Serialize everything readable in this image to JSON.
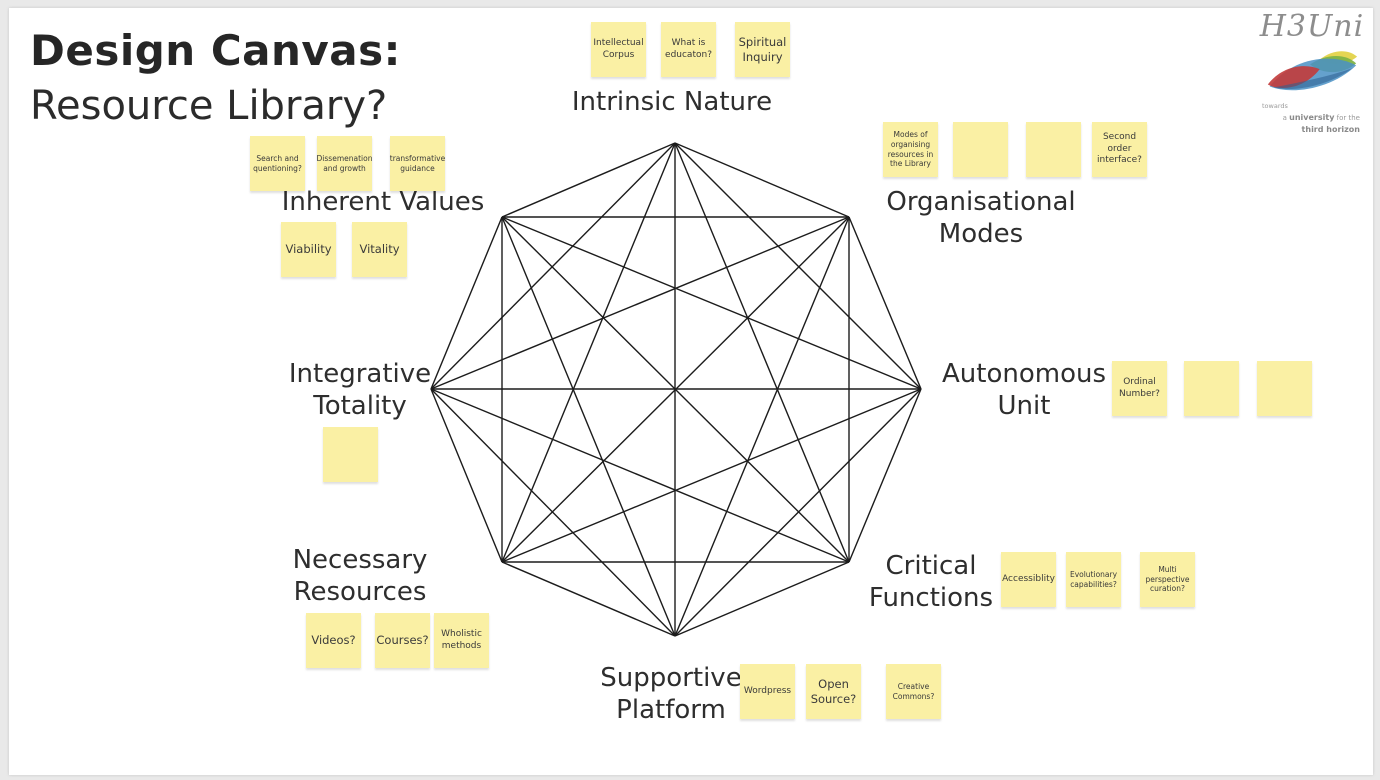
{
  "header": {
    "title": "Design Canvas:",
    "subtitle": "Resource Library?"
  },
  "logo": {
    "wordmark": "H3Uni",
    "tagline": {
      "towards": "towards",
      "a": "a ",
      "university": "university",
      "for_the": " for the",
      "third_horizon": "third horizon"
    }
  },
  "colors": {
    "sticky_note": "#faf0a4",
    "graph_line": "#1c1c1c",
    "label_text": "#2e2e2e"
  },
  "diagram": {
    "type": "octagon-complete-graph",
    "nodes": [
      {
        "label": "Intrinsic Nature",
        "notes": [
          "Intellectual Corpus",
          "What is educaton?",
          "Spiritual Inquiry"
        ]
      },
      {
        "label": "Organisational Modes",
        "notes": [
          "Modes of organising resources in the Library",
          "",
          "",
          "Second order interface?"
        ]
      },
      {
        "label": "Autonomous Unit",
        "notes": [
          "Ordinal Number?",
          "",
          ""
        ]
      },
      {
        "label": "Critical Functions",
        "notes": [
          "Accessiblity",
          "Evolutionary capabilities?",
          "Multi perspective curation?"
        ]
      },
      {
        "label": "Supportive Platform",
        "notes": [
          "Wordpress",
          "Open Source?",
          "Creative Commons?"
        ]
      },
      {
        "label": "Necessary Resources",
        "notes": [
          "Videos?",
          "Courses?",
          "Wholistic methods"
        ]
      },
      {
        "label": "Integrative Totality",
        "notes": [
          ""
        ]
      },
      {
        "label": "Inherent Values",
        "notes": [
          "Search and quentioning?",
          "Dissemenation and growth",
          "transformative guidance",
          "Viability",
          "Vitality"
        ]
      }
    ]
  }
}
